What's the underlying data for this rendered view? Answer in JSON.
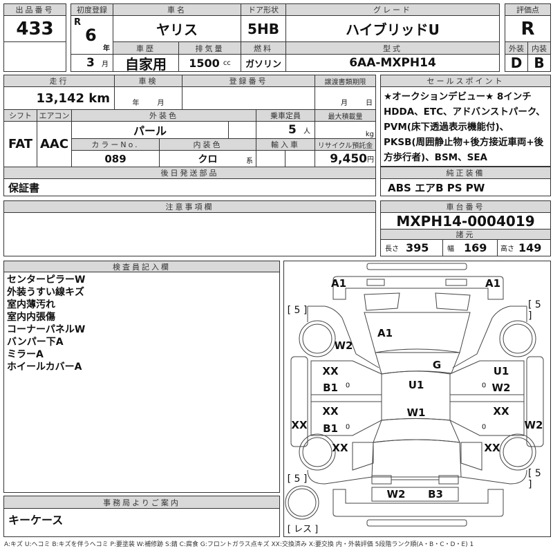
{
  "header": {
    "lot_label": "出品番号",
    "lot": "433",
    "reg_label": "初度登録",
    "era": "R",
    "year": "6",
    "year_unit": "年",
    "month": "3",
    "month_unit": "月",
    "name_label": "車名",
    "name": "ヤリス",
    "door_label": "ドア形状",
    "door": "5HB",
    "grade_label": "グレード",
    "grade": "ハイブリッドU",
    "score_label": "評価点",
    "score": "R",
    "history_label": "車歴",
    "history": "自家用",
    "disp_label": "排気量",
    "disp": "1500",
    "disp_unit": "cc",
    "fuel_label": "燃料",
    "fuel": "ガソリン",
    "model_label": "型式",
    "model": "6AA-MXPH14",
    "ext_label": "外装",
    "ext": "D",
    "int_label": "内装",
    "int": "B"
  },
  "details": {
    "mileage_label": "走行",
    "mileage": "13,142 km",
    "inspection_label": "車検",
    "insp_year": "年",
    "insp_month": "月",
    "regno_label": "登録番号",
    "transfer_label": "譲渡書類期限",
    "tr_month": "月",
    "tr_day": "日",
    "shift_label": "シフト",
    "shift": "FAT",
    "ac_label": "エアコン",
    "ac": "AAC",
    "color_label": "外装色",
    "color": "パール",
    "capacity_label": "乗車定員",
    "capacity": "5",
    "capacity_unit": "人",
    "load_label": "最大積載量",
    "load_unit": "kg",
    "colorno_label": "カラーNo.",
    "colorno": "089",
    "interior_label": "内装色",
    "interior": "クロ",
    "interior_unit": "系",
    "import_label": "輸入車",
    "recycle_label": "リサイクル預託金",
    "recycle": "9,450",
    "recycle_unit": "円",
    "later_label": "後日発送部品",
    "later": "保証書"
  },
  "sales": {
    "label": "セールスポイント",
    "text": "★オークションデビュー★ 8インチHDDA、ETC、アドバンストパーク、PVM(床下透過表示機能付)、PKSB(周囲静止物+後方接近車両+後方歩行者)、BSM、SEA",
    "equip_label": "純正装備",
    "equip": "ABS エアB PS PW"
  },
  "caution": {
    "label": "注意事項欄"
  },
  "chassis": {
    "label": "車台番号",
    "value": "MXPH14-0004019",
    "spec_label": "諸元",
    "length_label": "長さ",
    "length": "395",
    "width_label": "幅",
    "width": "169",
    "height_label": "高さ",
    "height": "149"
  },
  "inspector": {
    "label": "検査員記入欄",
    "lines": [
      "センターピラーW",
      "外装うすい線キズ",
      "室内薄汚れ",
      "室内内張傷",
      "コーナーパネルW",
      "バンパー下A",
      "ミラーA",
      "ホイールカバーA"
    ]
  },
  "office": {
    "label": "事務局よりご案内",
    "text": "キーケース"
  },
  "diagram": {
    "marks": [
      "A1",
      "A1",
      "A1",
      "W2",
      "G",
      "XX",
      "B1",
      "U1",
      "U1",
      "W2",
      "XX",
      "B1",
      "W1",
      "XX",
      "XX",
      "W2",
      "XX",
      "XX",
      "W2",
      "B3"
    ],
    "tires": [
      "[ 5 ]",
      "[ 5 ]",
      "[ 5 ]",
      "[ 5 ]"
    ],
    "spare": "[ レス ]",
    "zeros": [
      "0",
      "0",
      "0",
      "0"
    ]
  },
  "legend": "A:キズ U:ヘコミ B:キズを伴うヘコミ P:要塗装 W:補修跡 S:錆 C:腐食 G:フロントガラス点キズ XX:交換済み X:要交換 内・外装評価 5段階ランク順(A・B・C・D・E) 1"
}
